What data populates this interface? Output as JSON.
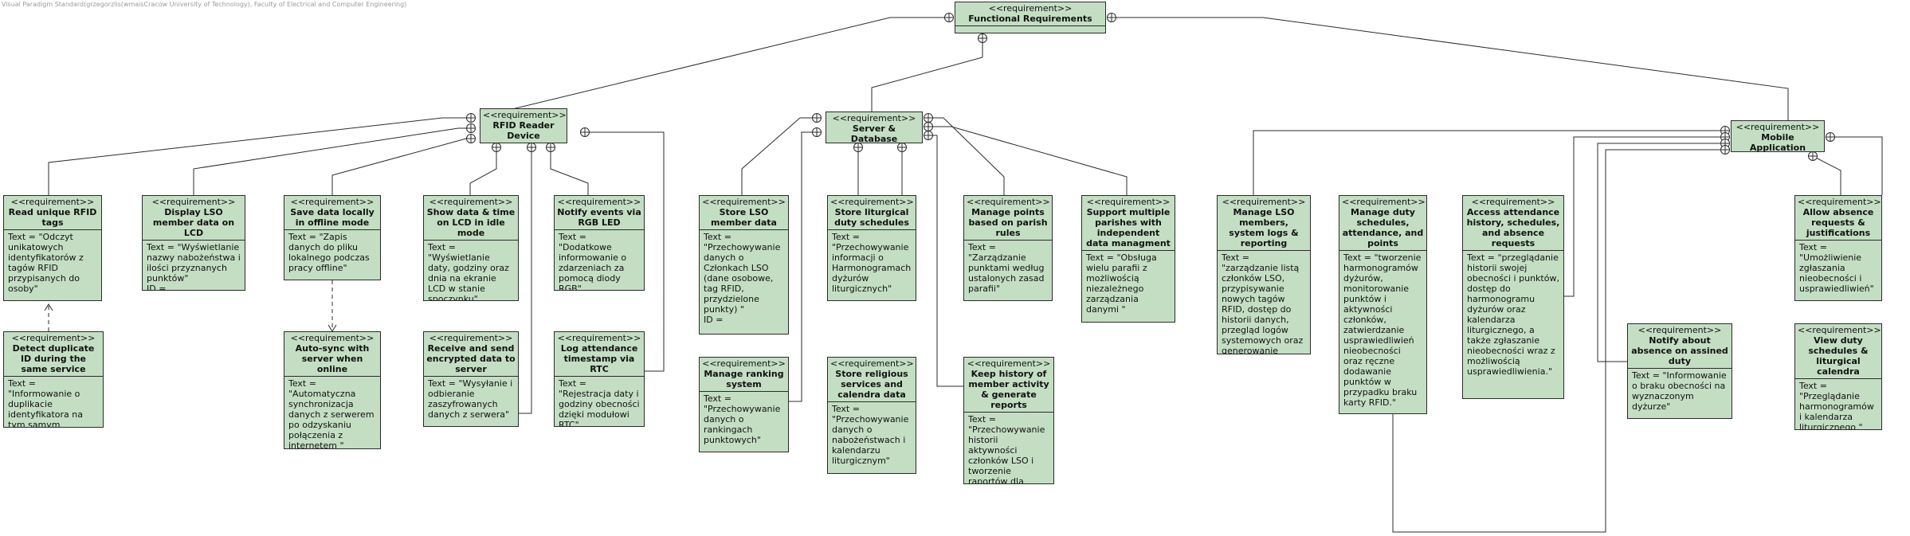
{
  "watermark": "Visual Paradigm Standard(grzegorzlis(wmaisCracow University of Technology), Faculty of Electrical and Computer Engineering)",
  "stereotype": "<<requirement>>",
  "colors": {
    "fill": "#c4dec4",
    "border": "#2b2b2b",
    "line": "#2b2b2b"
  },
  "requirements": [
    {
      "id": "r0",
      "name": "Functional Requirements",
      "text": "",
      "id_label": ""
    },
    {
      "id": "r1",
      "name": "RFID Reader Device",
      "text": "",
      "id_label": ""
    },
    {
      "id": "r2",
      "name": "Server & Database",
      "text": "",
      "id_label": ""
    },
    {
      "id": "r3",
      "name": "Mobile Application",
      "text": "",
      "id_label": ""
    },
    {
      "id": "r4",
      "name": "Read unique RFID tags",
      "text": "Text = \"Odczyt unikatowych identyfikatorów z tagów RFID przypisanych do osoby\"",
      "id_label": ""
    },
    {
      "id": "r5",
      "name": "Display LSO member data on LCD",
      "text": "Text = \"Wyświetlanie nazwy nabożeństwa i ilości przyznanych punktów\"",
      "id_label": "ID ="
    },
    {
      "id": "r6",
      "name": "Save data locally in offline mode",
      "text": "Text = \"Zapis danych do pliku lokalnego podczas pracy offline\"",
      "id_label": ""
    },
    {
      "id": "r7",
      "name": "Show data & time on LCD in idle mode",
      "text": "Text = \"Wyświetlanie daty, godziny oraz dnia na ekranie LCD w stanie spoczynku\"",
      "id_label": ""
    },
    {
      "id": "r8",
      "name": "Notify events via RGB LED",
      "text": "Text = \"Dodatkowe informowanie o zdarzeniach za pomocą diody RGB\"",
      "id_label": ""
    },
    {
      "id": "r9",
      "name": "Detect duplicate ID during the same service",
      "text": "Text = \"Informowanie o duplikacie identyfikatora na tym samym nabożeństwie\"",
      "id_label": ""
    },
    {
      "id": "r10",
      "name": "Auto-sync with server when online",
      "text": "Text = \"Automatyczna synchronizacja danych z serwerem po odzyskaniu połączenia z internetem \"",
      "id_label": ""
    },
    {
      "id": "r11",
      "name": "Receive and send encrypted data to server",
      "text": "Text = \"Wysyłanie i odbieranie zaszyfrowanych danych z serwera\"",
      "id_label": ""
    },
    {
      "id": "r12",
      "name": "Log attendance timestamp via RTC",
      "text": "Text = \"Rejestracja daty i godziny obecności dzięki modułowi RTC\"",
      "id_label": ""
    },
    {
      "id": "r13",
      "name": "Store LSO member data",
      "text": "Text = \"Przechowywanie danych o Członkach LSO (dane osobowe, tag RFID, przydzielone punkty) \"",
      "id_label": "ID ="
    },
    {
      "id": "r14",
      "name": "Store liturgical duty schedules",
      "text": "Text = \"Przechowywanie informacji o Harmonogramach dyżurów liturgicznych\"",
      "id_label": ""
    },
    {
      "id": "r15",
      "name": "Manage points based on parish rules",
      "text": "Text = \"Zarządzanie punktami według ustalonych zasad parafii\"",
      "id_label": ""
    },
    {
      "id": "r16",
      "name": "Support multiple parishes with independent data managment",
      "text": "Text = \"Obsługa wielu parafii z możliwością niezależnego zarządzania danymi \"",
      "id_label": ""
    },
    {
      "id": "r17",
      "name": "Manage ranking system",
      "text": "Text = \"Przechowywanie danych o rankingach punktowych\"",
      "id_label": ""
    },
    {
      "id": "r18",
      "name": "Store religious services and calendra data",
      "text": "Text = \"Przechowywanie danych o nabożeństwach i kalendarzu liturgicznym\"",
      "id_label": ""
    },
    {
      "id": "r19",
      "name": "Keep history of member activity & generate reports",
      "text": "Text = \"Przechowywanie historii aktywności członków LSO i tworzenie raportów dla animatorów \"",
      "id_label": ""
    },
    {
      "id": "r20",
      "name": "Manage LSO members, system logs & reporting",
      "text": "Text = \"zarządzanie listą członków LSO, przypisywanie nowych tagów RFID, dostęp do historii danych, przegląd logów systemowych oraz generowanie raportów statystycznych.\"",
      "id_label": ""
    },
    {
      "id": "r21",
      "name": "Manage duty schedules, attendance, and points",
      "text": "Text = \"tworzenie harmonogramów dyżurów, monitorowanie punktów i aktywności członków, zatwierdzanie usprawiedliwień nieobecności oraz ręczne dodawanie punktów w przypadku braku karty RFID.\"",
      "id_label": ""
    },
    {
      "id": "r22",
      "name": "Access attendance history, schedules, and absence requests",
      "text": "Text = \"przeglądanie historii swojej obecności i punktów, dostęp do harmonogramu dyżurów oraz kalendarza liturgicznego, a także zgłaszanie nieobecności wraz z możliwością usprawiedliwienia.\"",
      "id_label": ""
    },
    {
      "id": "r23",
      "name": "Allow absence requests & justifications",
      "text": "Text = \"Umożliwienie zgłaszania nieobecności i usprawiedliwień\"",
      "id_label": ""
    },
    {
      "id": "r24",
      "name": "Notify about absence on assined duty",
      "text": "Text = \"Informowanie o braku obecności na wyznaczonym dyżurze\"",
      "id_label": ""
    },
    {
      "id": "r25",
      "name": "View duty schedules & liturgical calendra",
      "text": "Text = \"Przeglądanie harmonogramów i kalendarza liturgicznego \"",
      "id_label": ""
    }
  ],
  "relations": [
    {
      "type": "containment",
      "from": "r0",
      "to": "r1"
    },
    {
      "type": "containment",
      "from": "r0",
      "to": "r2"
    },
    {
      "type": "containment",
      "from": "r0",
      "to": "r3"
    },
    {
      "type": "containment",
      "from": "r1",
      "to": "r4"
    },
    {
      "type": "containment",
      "from": "r1",
      "to": "r5"
    },
    {
      "type": "containment",
      "from": "r1",
      "to": "r6"
    },
    {
      "type": "containment",
      "from": "r1",
      "to": "r7"
    },
    {
      "type": "containment",
      "from": "r1",
      "to": "r8"
    },
    {
      "type": "containment",
      "from": "r1",
      "to": "r11"
    },
    {
      "type": "containment",
      "from": "r1",
      "to": "r12"
    },
    {
      "type": "containment",
      "from": "r2",
      "to": "r13"
    },
    {
      "type": "containment",
      "from": "r2",
      "to": "r14"
    },
    {
      "type": "containment",
      "from": "r2",
      "to": "r15"
    },
    {
      "type": "containment",
      "from": "r2",
      "to": "r16"
    },
    {
      "type": "containment",
      "from": "r2",
      "to": "r17"
    },
    {
      "type": "containment",
      "from": "r2",
      "to": "r18"
    },
    {
      "type": "containment",
      "from": "r2",
      "to": "r19"
    },
    {
      "type": "containment",
      "from": "r3",
      "to": "r20"
    },
    {
      "type": "containment",
      "from": "r3",
      "to": "r21"
    },
    {
      "type": "containment",
      "from": "r3",
      "to": "r22"
    },
    {
      "type": "containment",
      "from": "r3",
      "to": "r23"
    },
    {
      "type": "containment",
      "from": "r3",
      "to": "r24"
    },
    {
      "type": "containment",
      "from": "r3",
      "to": "r25"
    },
    {
      "type": "dependency",
      "from": "r9",
      "to": "r4"
    },
    {
      "type": "dependency",
      "from": "r6",
      "to": "r10"
    }
  ]
}
